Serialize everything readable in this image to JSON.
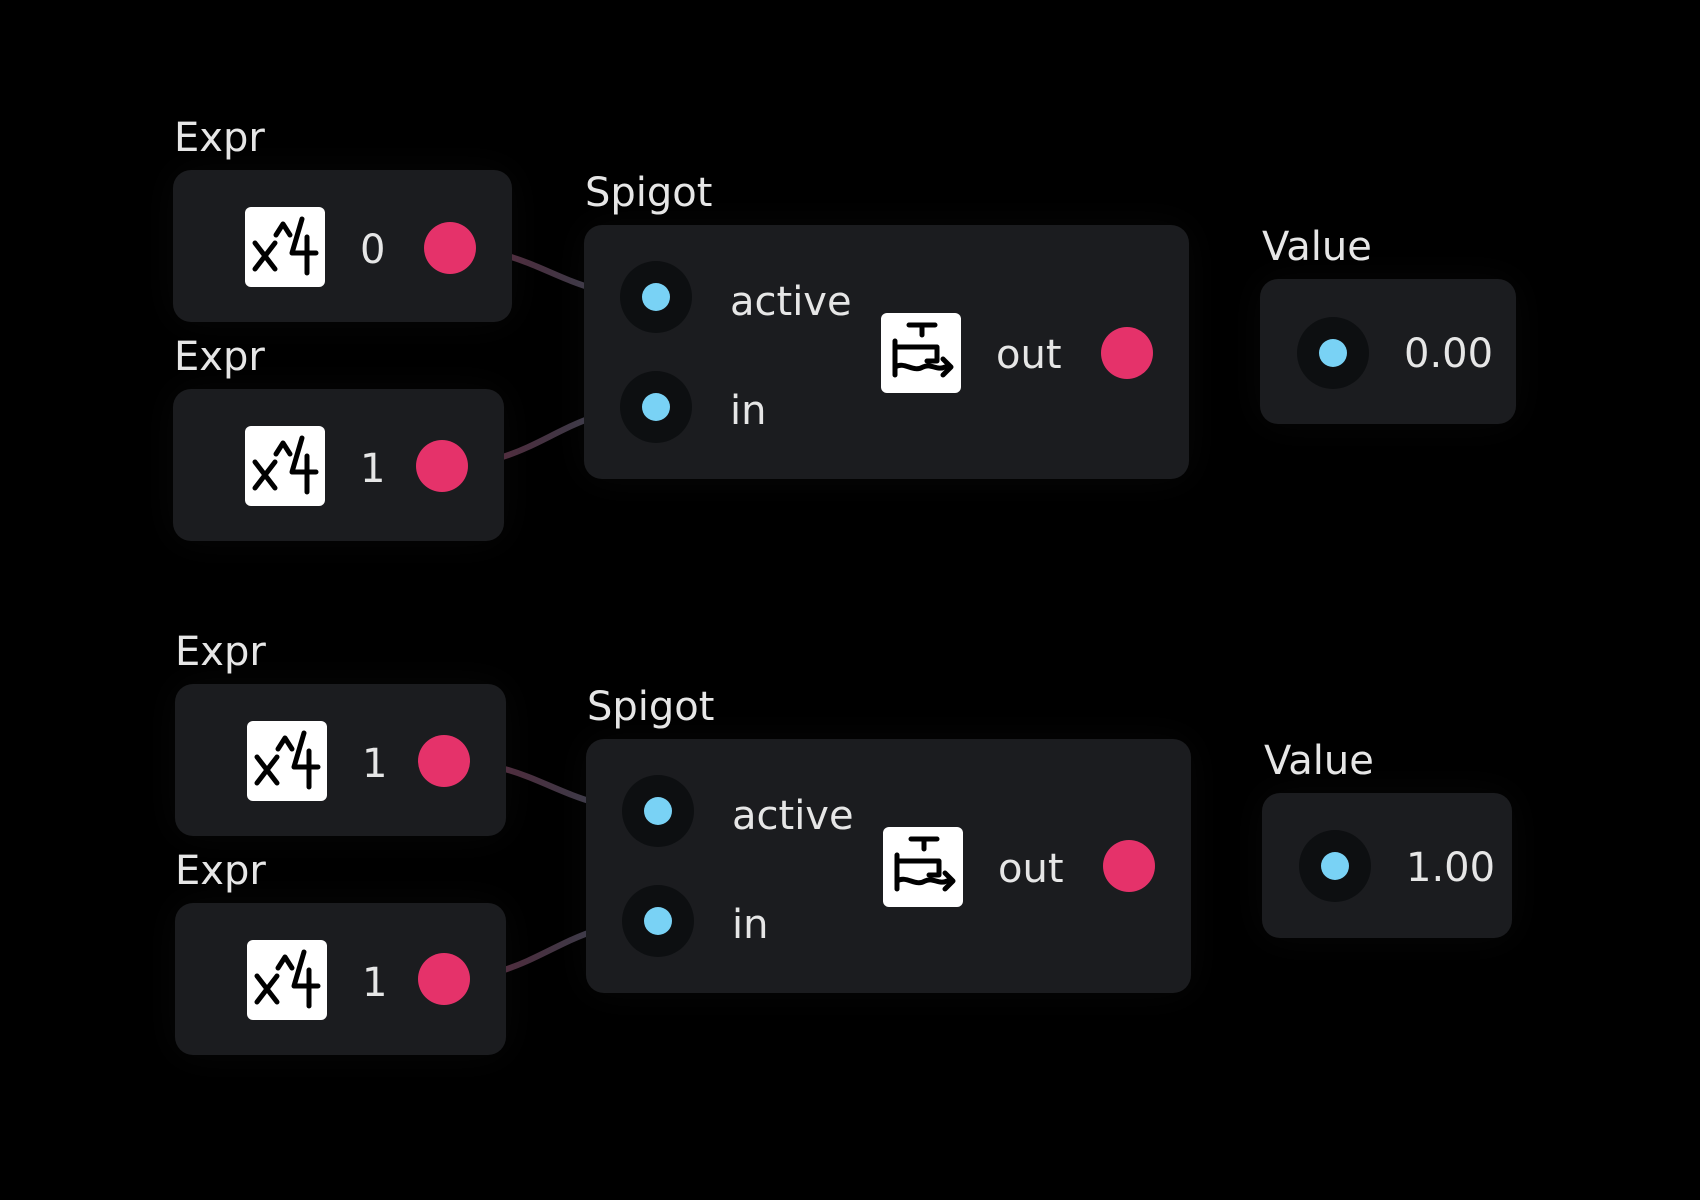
{
  "graphs": [
    {
      "expr_nodes": [
        {
          "title": "Expr",
          "icon": "expression-x-power-4-icon",
          "value": "0"
        },
        {
          "title": "Expr",
          "icon": "expression-x-power-4-icon",
          "value": "1"
        }
      ],
      "spigot": {
        "title": "Spigot",
        "icon": "faucet-icon",
        "inputs": [
          "active",
          "in"
        ],
        "output": "out"
      },
      "value_node": {
        "title": "Value",
        "value": "0.00"
      }
    },
    {
      "expr_nodes": [
        {
          "title": "Expr",
          "icon": "expression-x-power-4-icon",
          "value": "1"
        },
        {
          "title": "Expr",
          "icon": "expression-x-power-4-icon",
          "value": "1"
        }
      ],
      "spigot": {
        "title": "Spigot",
        "icon": "faucet-icon",
        "inputs": [
          "active",
          "in"
        ],
        "output": "out"
      },
      "value_node": {
        "title": "Value",
        "value": "1.00"
      }
    }
  ],
  "colors": {
    "background": "#000000",
    "node": "#1b1c1f",
    "output_port": "#e5326a",
    "input_port": "#79d2f5",
    "text": "#e6e6e6"
  }
}
